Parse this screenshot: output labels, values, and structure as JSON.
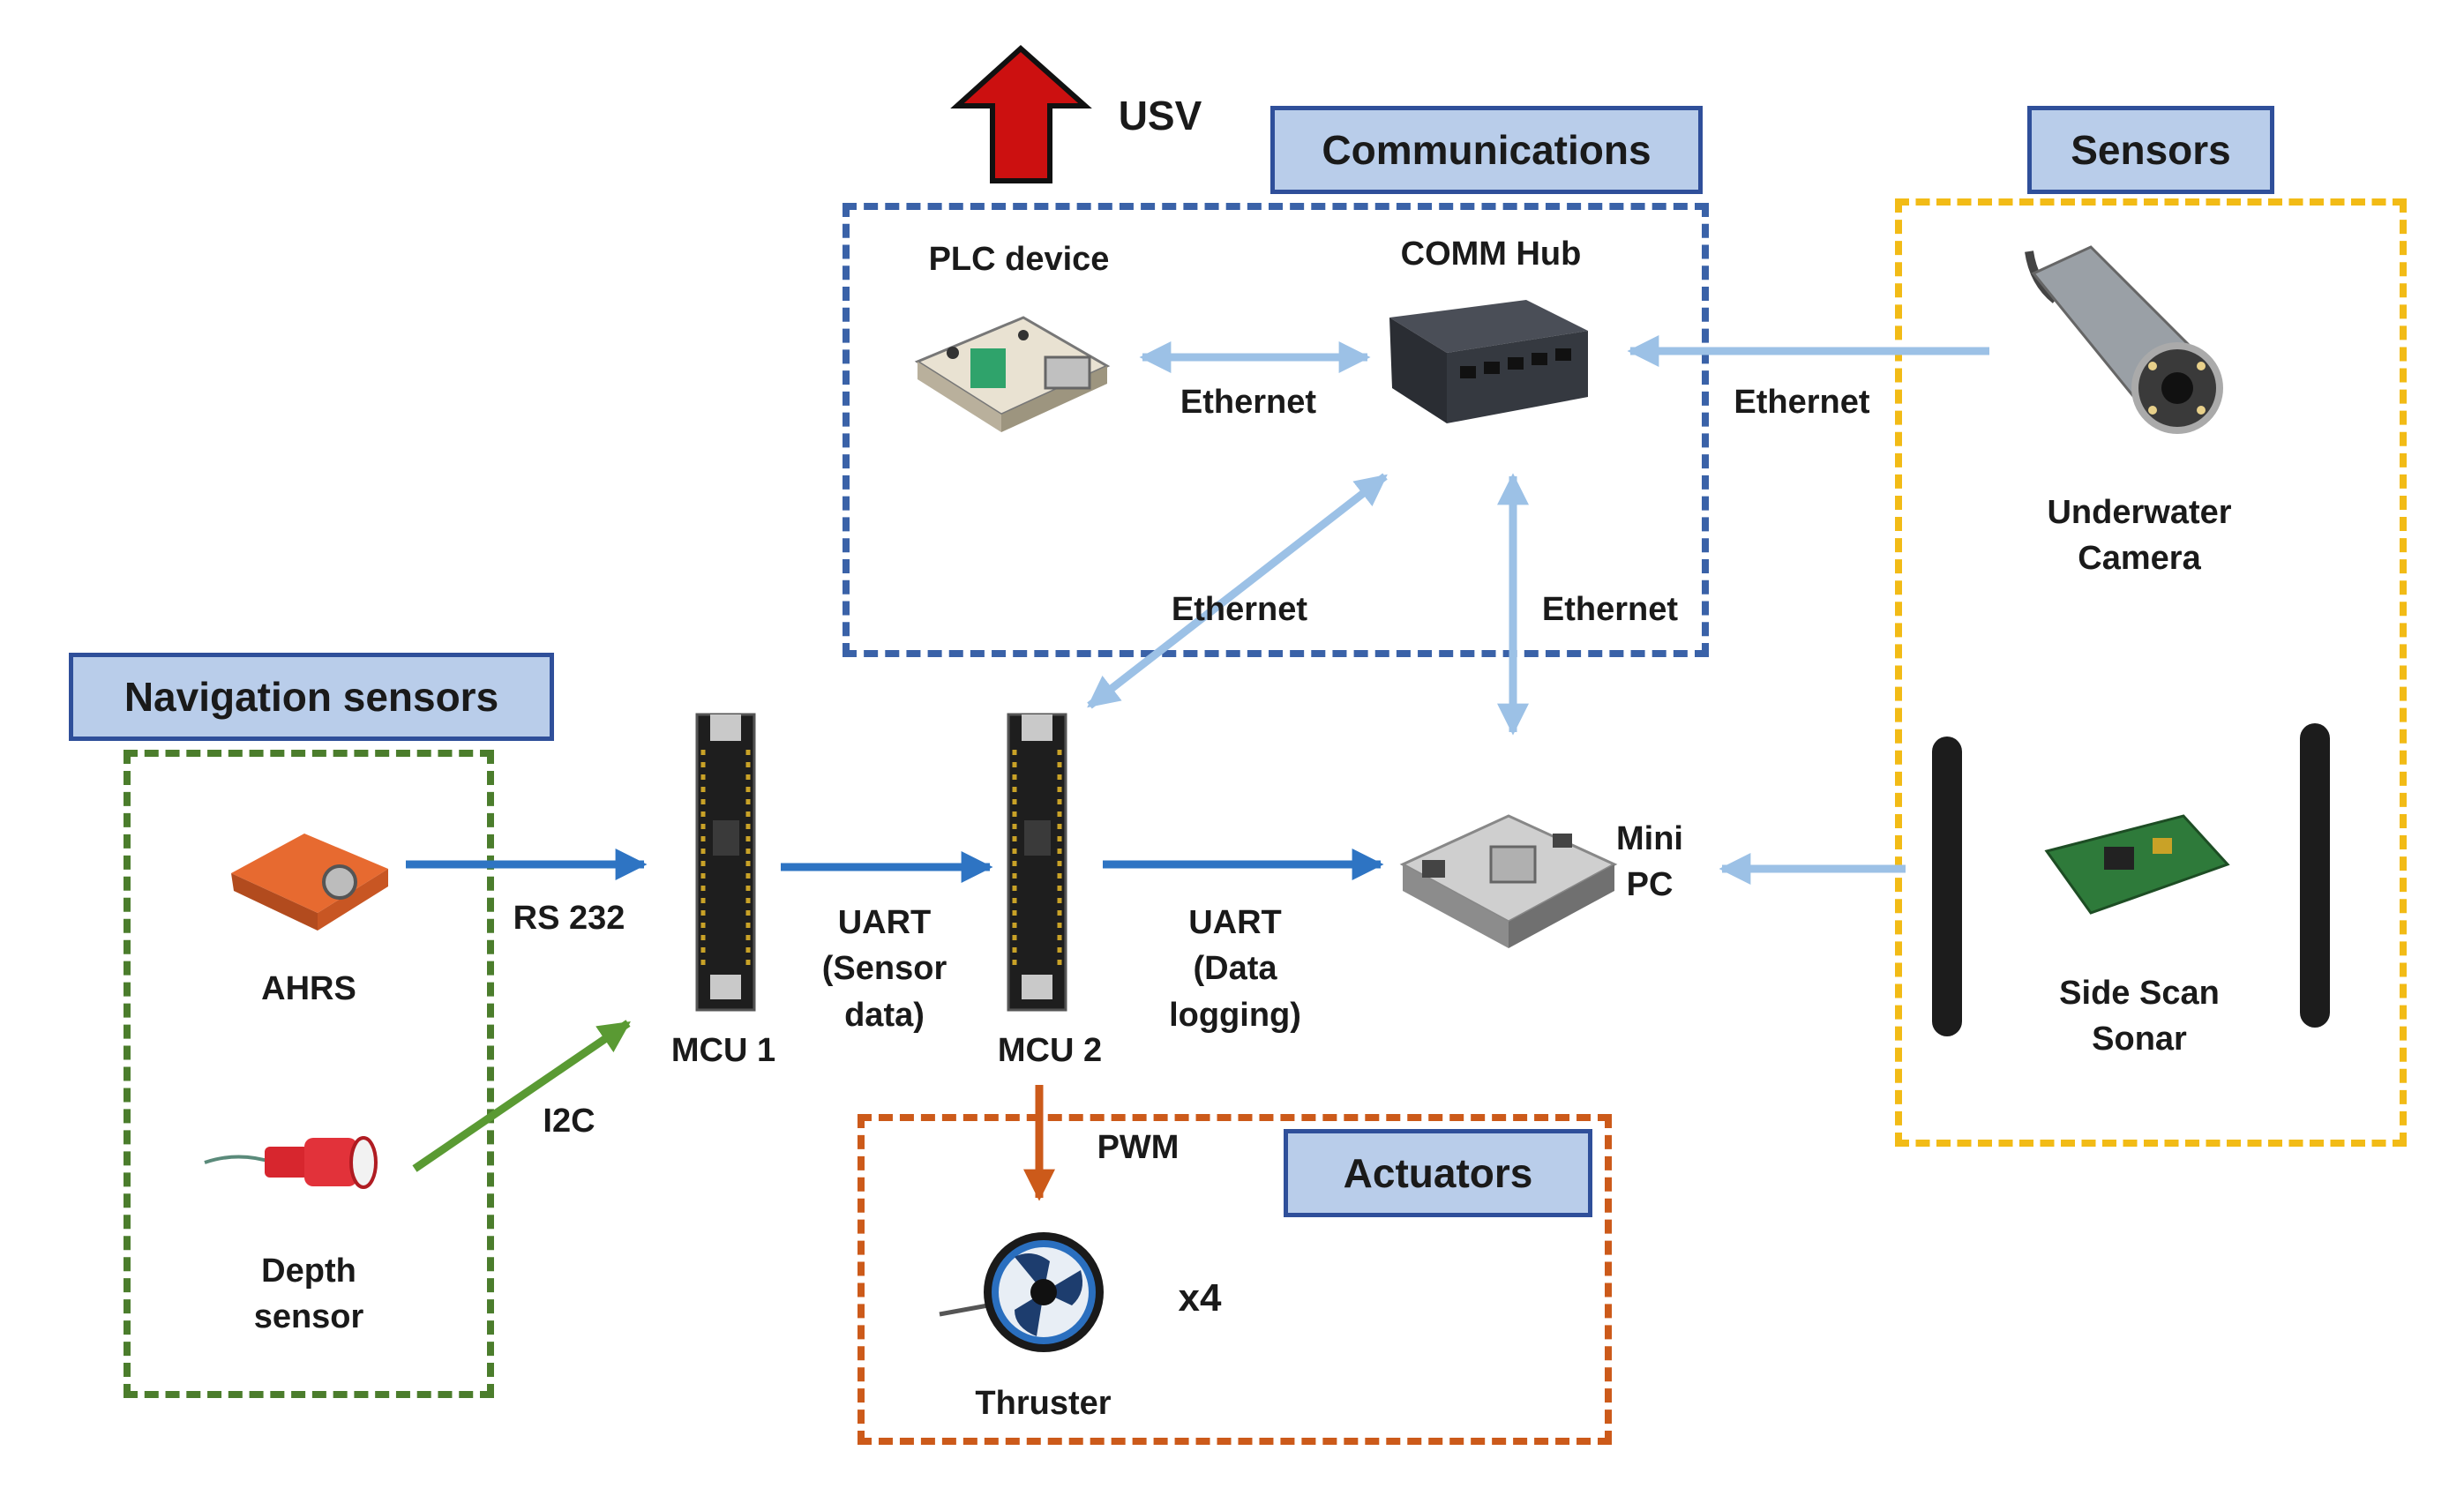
{
  "groups": {
    "communications": "Communications",
    "sensors": "Sensors",
    "navigation": "Navigation sensors",
    "actuators": "Actuators"
  },
  "top": {
    "usv": "USV"
  },
  "devices": {
    "plc": "PLC device",
    "comm_hub": "COMM Hub",
    "underwater_camera": "Underwater\nCamera",
    "side_scan_sonar": "Side Scan\nSonar",
    "mini_pc": "Mini\nPC",
    "ahrs": "AHRS",
    "depth_sensor": "Depth\nsensor",
    "mcu1": "MCU 1",
    "mcu2": "MCU 2",
    "thruster": "Thruster",
    "thruster_count": "x4"
  },
  "links": {
    "plc_hub": "Ethernet",
    "camera_hub": "Ethernet",
    "mcu2_hub": "Ethernet",
    "pc_hub": "Ethernet",
    "ahrs_mcu1": "RS 232",
    "depth_mcu1": "I2C",
    "mcu1_mcu2": "UART\n(Sensor\ndata)",
    "mcu2_pc": "UART\n(Data\nlogging)",
    "mcu2_thruster": "PWM"
  },
  "colors": {
    "communications": "#3a62a8",
    "sensors": "#f2bb16",
    "navigation": "#4b7d2c",
    "actuators": "#cc5a1a",
    "ethernet_arrow": "#9cc1e6",
    "serial_arrow": "#2e74c3",
    "i2c_arrow": "#5a9a33",
    "pwm_arrow": "#cc5a1a",
    "usv_arrow": "#cc1010"
  }
}
